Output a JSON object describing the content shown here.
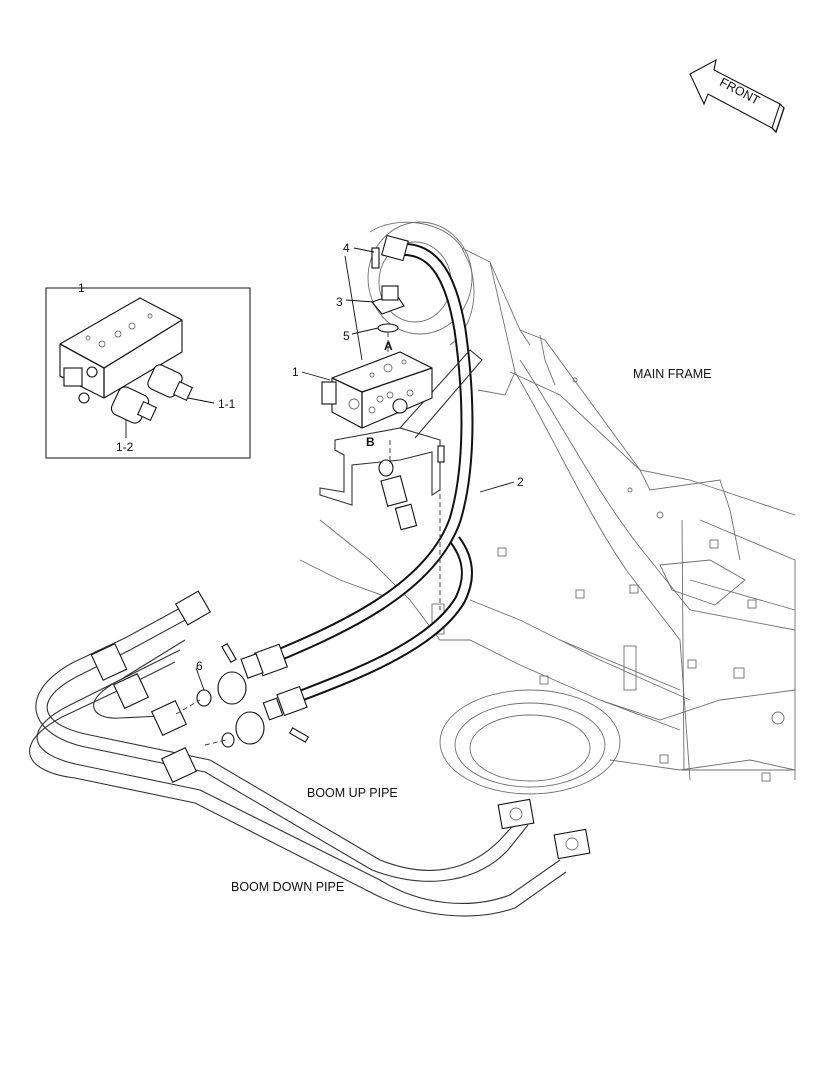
{
  "labels": {
    "front": "FRONT",
    "main_frame": "MAIN FRAME",
    "boom_up_pipe": "BOOM UP PIPE",
    "boom_down_pipe": "BOOM DOWN PIPE",
    "port_a": "A",
    "port_b": "B"
  },
  "callouts": {
    "inset_1": "1",
    "inset_1_1": "1-1",
    "inset_1_2": "1-2",
    "c1": "1",
    "c2": "2",
    "c3": "3",
    "c4": "4",
    "c5": "5",
    "c6": "6"
  }
}
